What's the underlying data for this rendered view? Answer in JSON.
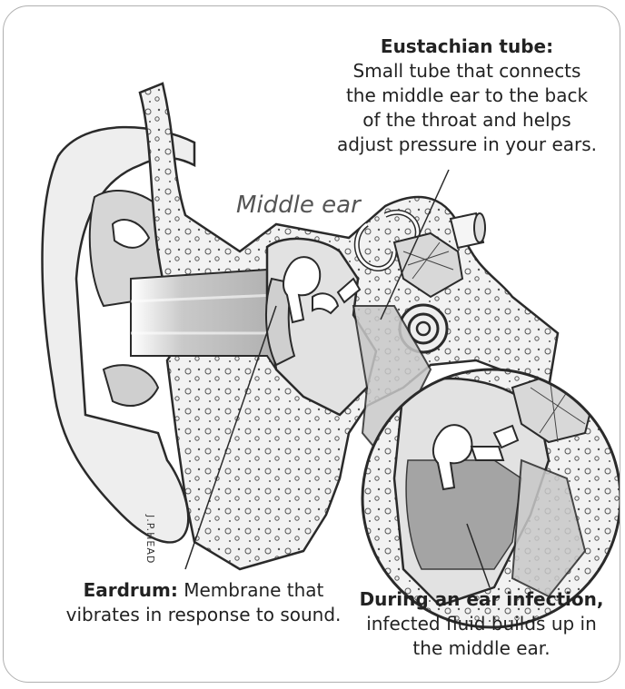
{
  "labels": {
    "middle_ear": "Middle ear",
    "signature": "J.P.HEAD"
  },
  "callouts": {
    "eustachian": {
      "title": "Eustachian tube:",
      "line1": "Small tube that connects",
      "line2": "the middle ear to the back",
      "line3": "of the throat and helps",
      "line4": "adjust pressure in your ears."
    },
    "eardrum": {
      "title": "Eardrum:",
      "line1": " Membrane that",
      "line2": "vibrates in response to sound."
    },
    "infection": {
      "title": "During an ear infection,",
      "line1": "infected fluid builds up in",
      "line2": "the middle ear."
    }
  },
  "colors": {
    "bone": "#e9e9e9",
    "canal": "#bdbdbd",
    "fluid": "#9e9e9e",
    "outline": "#2a2a2a",
    "border": "#b0b0b0"
  }
}
